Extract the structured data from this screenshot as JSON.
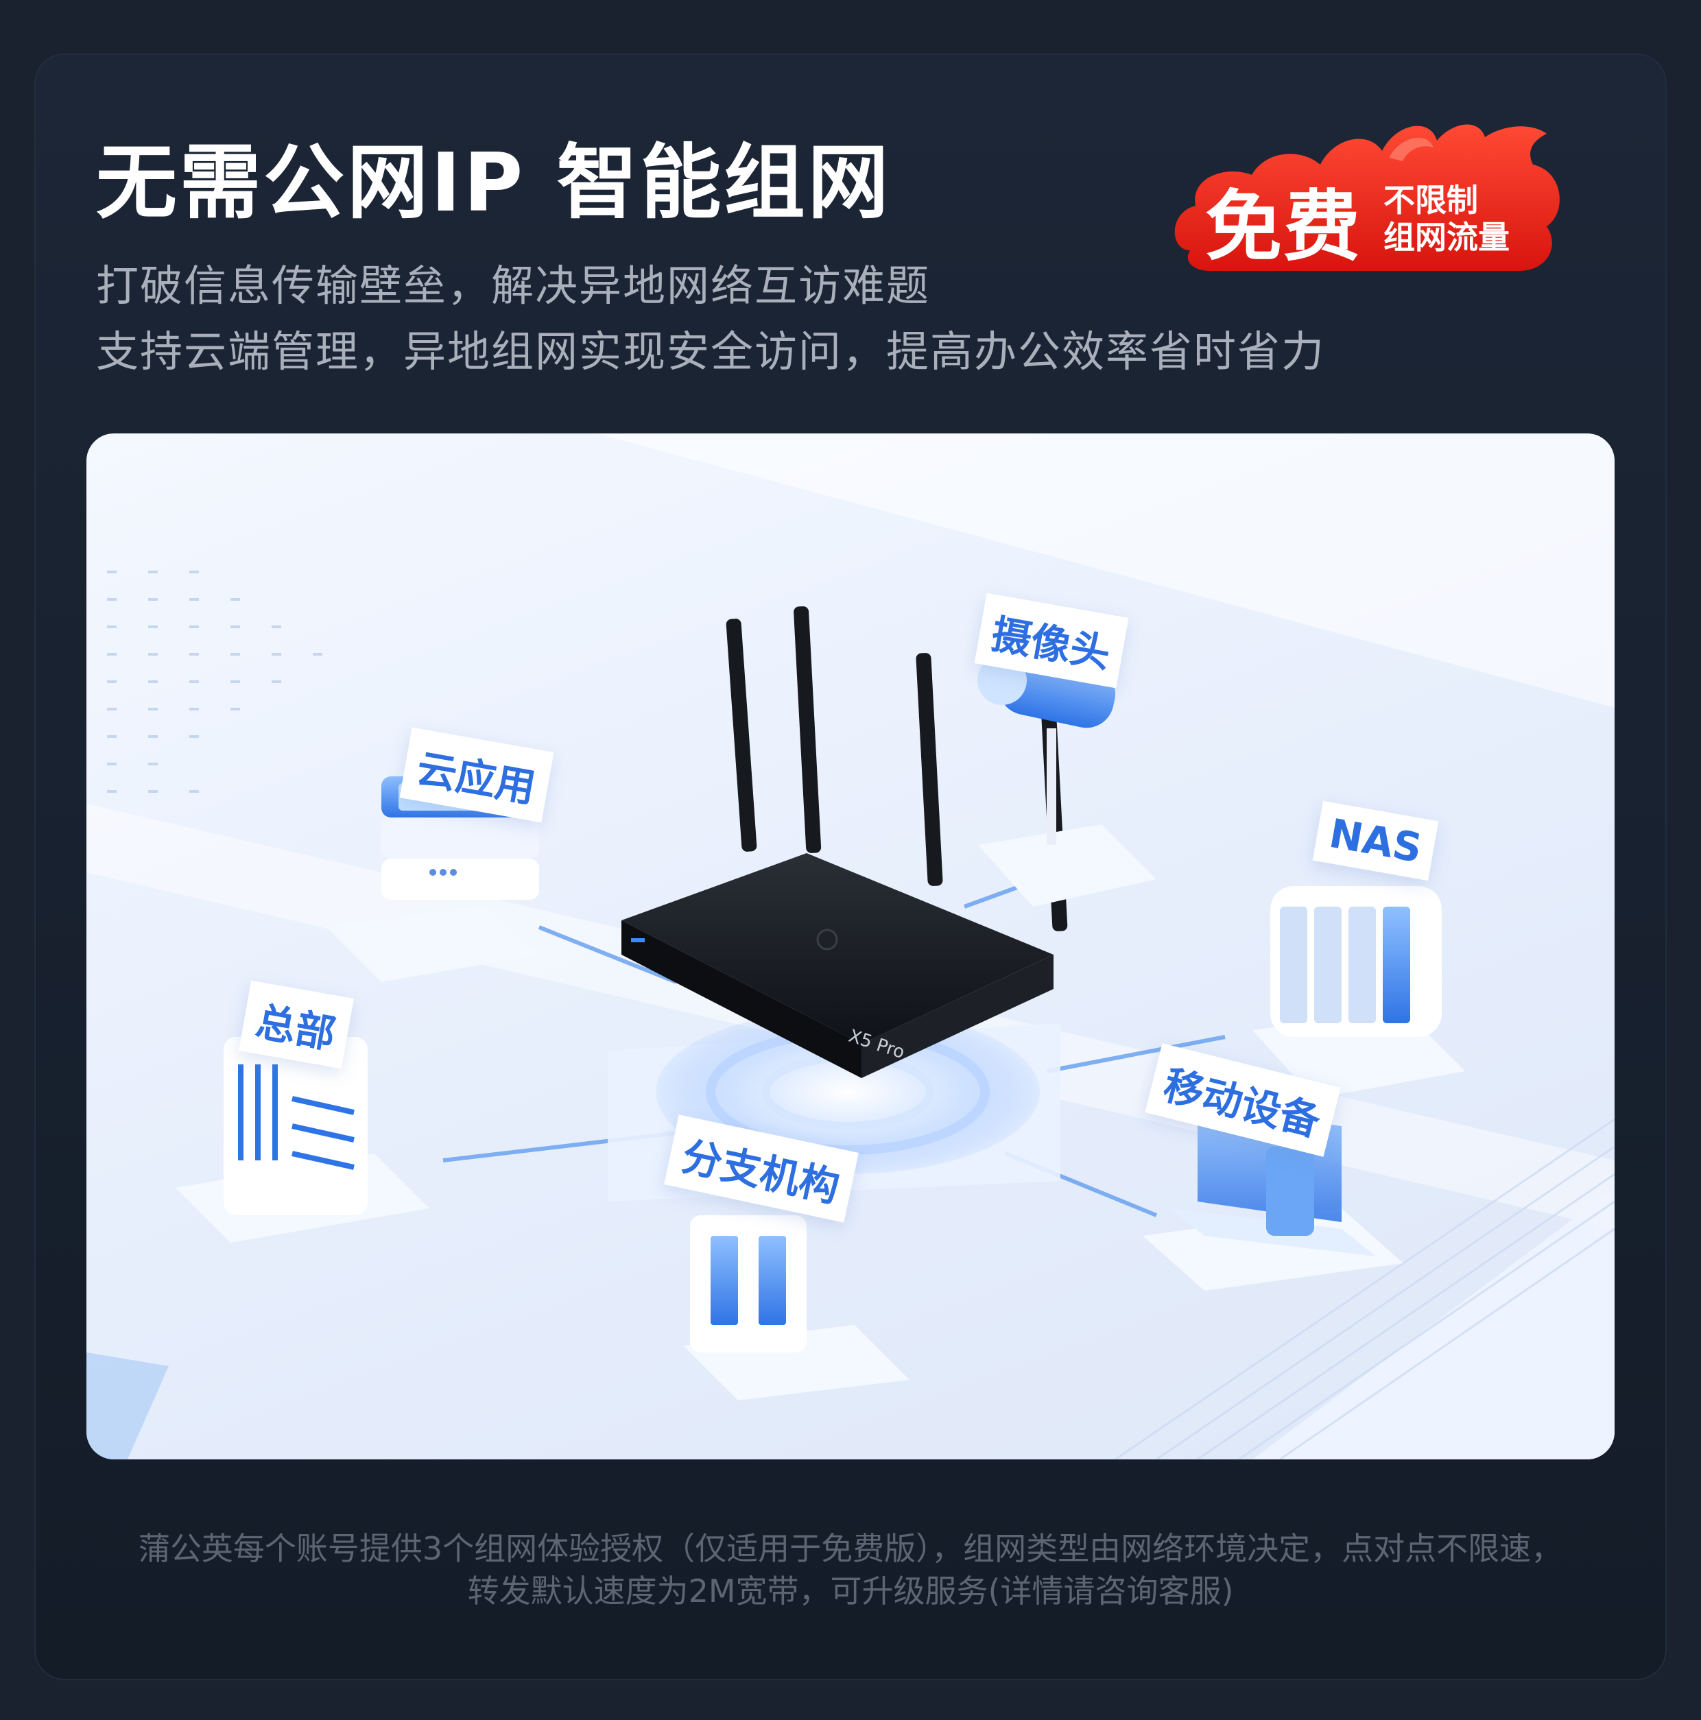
{
  "headline": "无需公网IP  智能组网",
  "subtitles": [
    "打破信息传输壁垒，解决异地网络互访难题",
    "支持云端管理，异地组网实现安全访问，提高办公效率省时省力"
  ],
  "badge": {
    "main": "免费",
    "sub_line1": "不限制",
    "sub_line2": "组网流量",
    "color": "#e8261c"
  },
  "diagram": {
    "nodes": {
      "cloud": "云应用",
      "camera": "摄像头",
      "nas": "NAS",
      "hq": "总部",
      "branch": "分支机构",
      "mobile": "移动设备"
    },
    "router_model": "X5 Pro",
    "accent": "#2d6ee0"
  },
  "footer": {
    "line1": "蒲公英每个账号提供3个组网体验授权（仅适用于免费版），组网类型由网络环境决定，点对点不限速，",
    "line2": "转发默认速度为2M宽带，可升级服务(详情请咨询客服)"
  }
}
